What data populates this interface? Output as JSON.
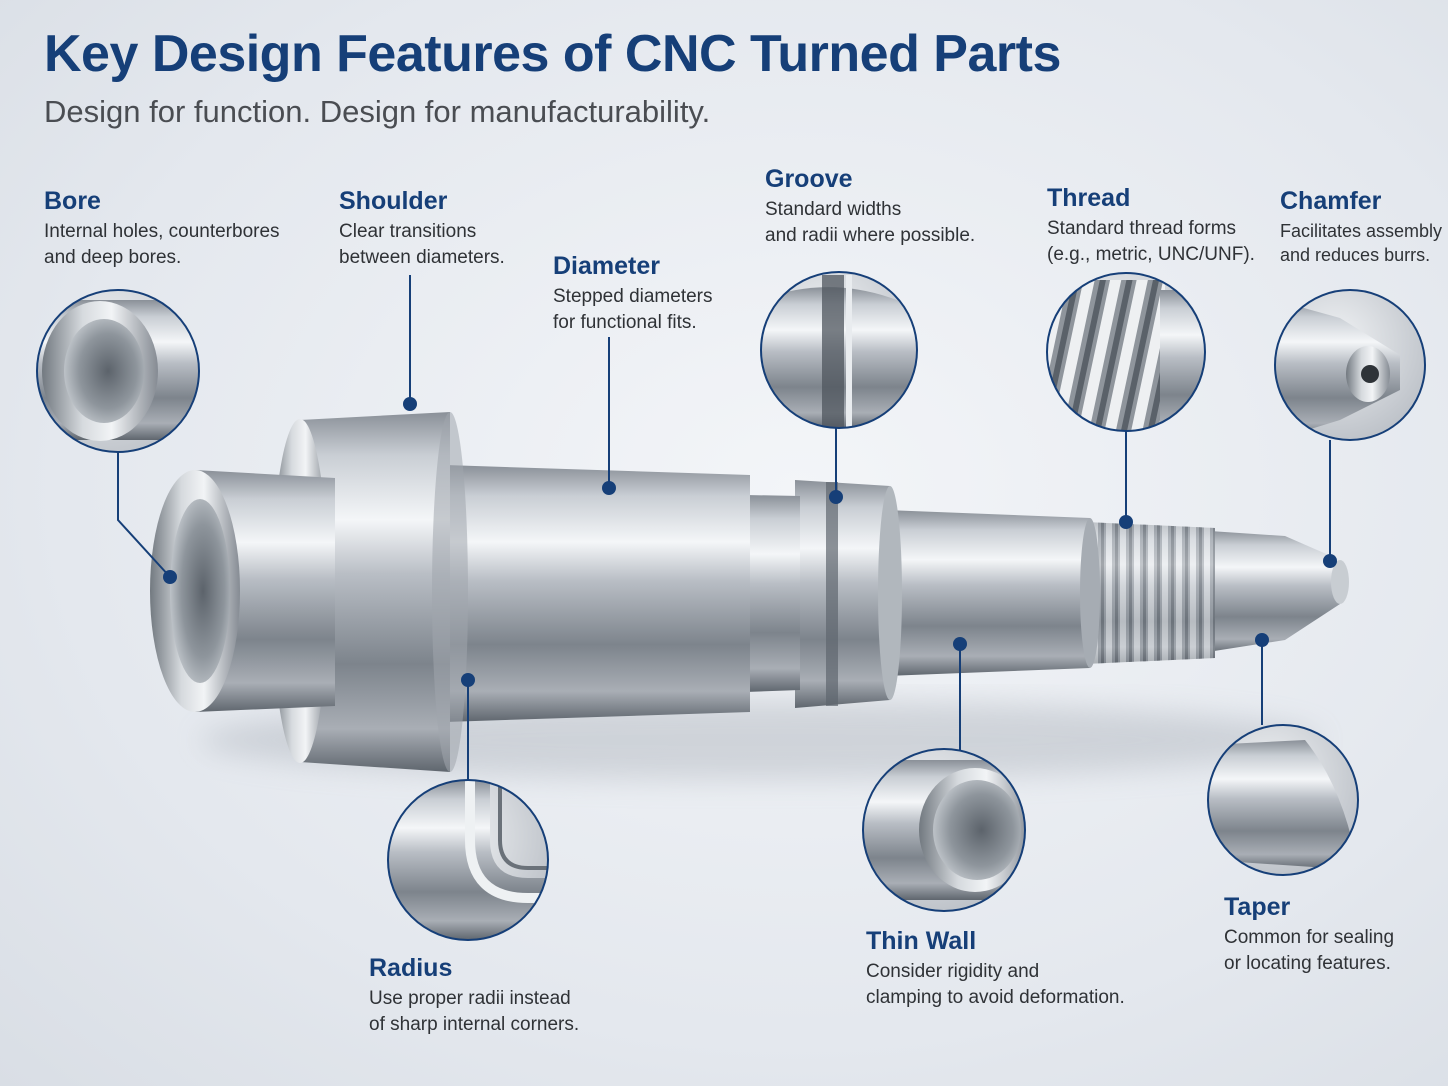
{
  "title": "Key Design Features of CNC Turned Parts",
  "subtitle": "Design for function. Design for manufacturability.",
  "colors": {
    "accent": "#163f78",
    "steel_light": "#dfe3e8",
    "steel_dark": "#6c737b"
  },
  "features": {
    "bore": {
      "title": "Bore",
      "desc": [
        "Internal holes, counterbores",
        "and deep bores."
      ]
    },
    "shoulder": {
      "title": "Shoulder",
      "desc": [
        "Clear transitions",
        "between diameters."
      ]
    },
    "diameter": {
      "title": "Diameter",
      "desc": [
        "Stepped diameters",
        "for functional fits."
      ]
    },
    "groove": {
      "title": "Groove",
      "desc": [
        "Standard widths",
        "and radii where possible."
      ]
    },
    "thread": {
      "title": "Thread",
      "desc": [
        "Standard thread forms",
        "(e.g., metric, UNC/UNF)."
      ]
    },
    "chamfer": {
      "title": "Chamfer",
      "desc": [
        "Facilitates assembly",
        "and reduces burrs."
      ]
    },
    "radius": {
      "title": "Radius",
      "desc": [
        "Use proper radii instead",
        "of sharp internal corners."
      ]
    },
    "thin_wall": {
      "title": "Thin Wall",
      "desc": [
        "Consider rigidity and",
        "clamping to avoid deformation."
      ]
    },
    "taper": {
      "title": "Taper",
      "desc": [
        "Common for sealing",
        "or locating features."
      ]
    }
  }
}
